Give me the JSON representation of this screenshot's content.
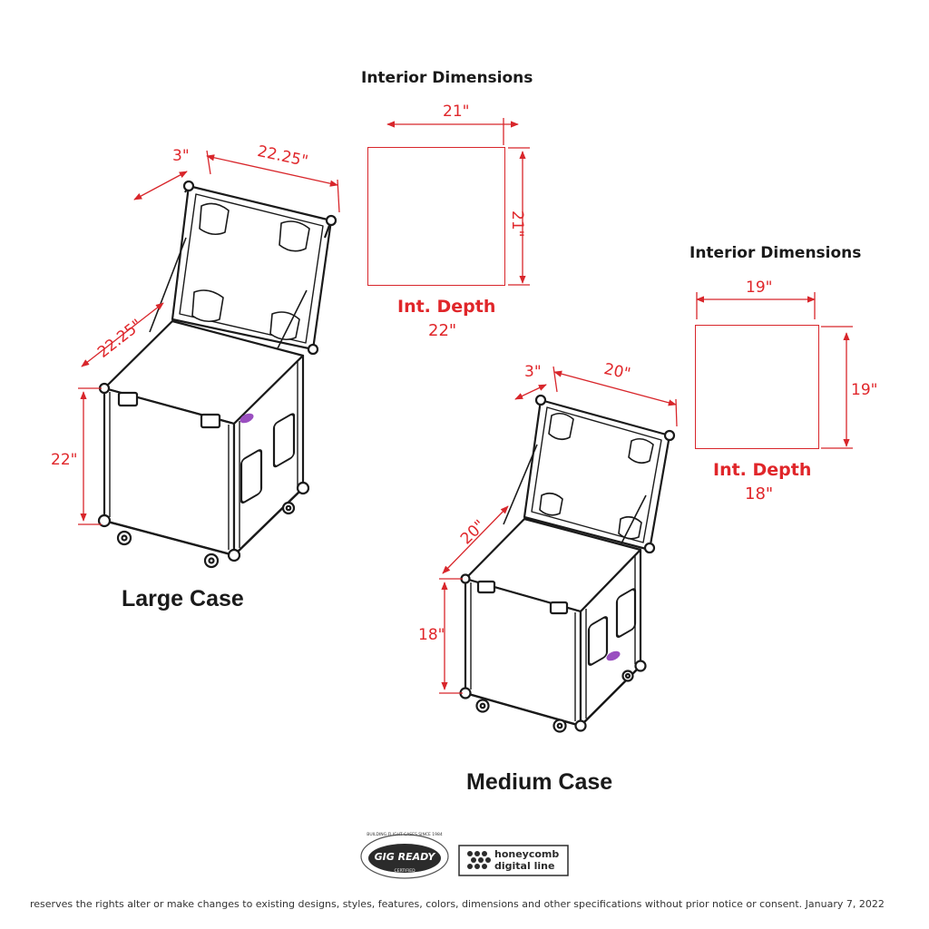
{
  "colors": {
    "dimension": "#e0262a",
    "line": "#1a1a1a",
    "accent_handle": "#9a4fc0"
  },
  "large_case": {
    "title": "Large Case",
    "exterior": {
      "lid_thickness": "3\"",
      "width": "22.25\"",
      "depth": "22.25\"",
      "height": "22\""
    },
    "interior": {
      "heading": "Interior Dimensions",
      "width": "21\"",
      "height": "21\"",
      "depth_label": "Int. Depth",
      "depth_value": "22\""
    }
  },
  "medium_case": {
    "title": "Medium Case",
    "exterior": {
      "lid_thickness": "3\"",
      "width": "20\"",
      "depth": "20\"",
      "height": "18\""
    },
    "interior": {
      "heading": "Interior Dimensions",
      "width": "19\"",
      "height": "19\"",
      "depth_label": "Int. Depth",
      "depth_value": "18\""
    }
  },
  "logos": {
    "gig_ready": {
      "text": "GIG READY",
      "arc_text": "BUILDING FLIGHT CASES SINCE 1984",
      "sub_text": "CERTIFIED"
    },
    "honeycomb": {
      "line1": "honeycomb",
      "line2": "digital line"
    }
  },
  "footer": {
    "text": "reserves the rights alter or make changes to existing designs, styles, features, colors, dimensions and other specifications without prior notice or consent.  January 7, 2022"
  }
}
